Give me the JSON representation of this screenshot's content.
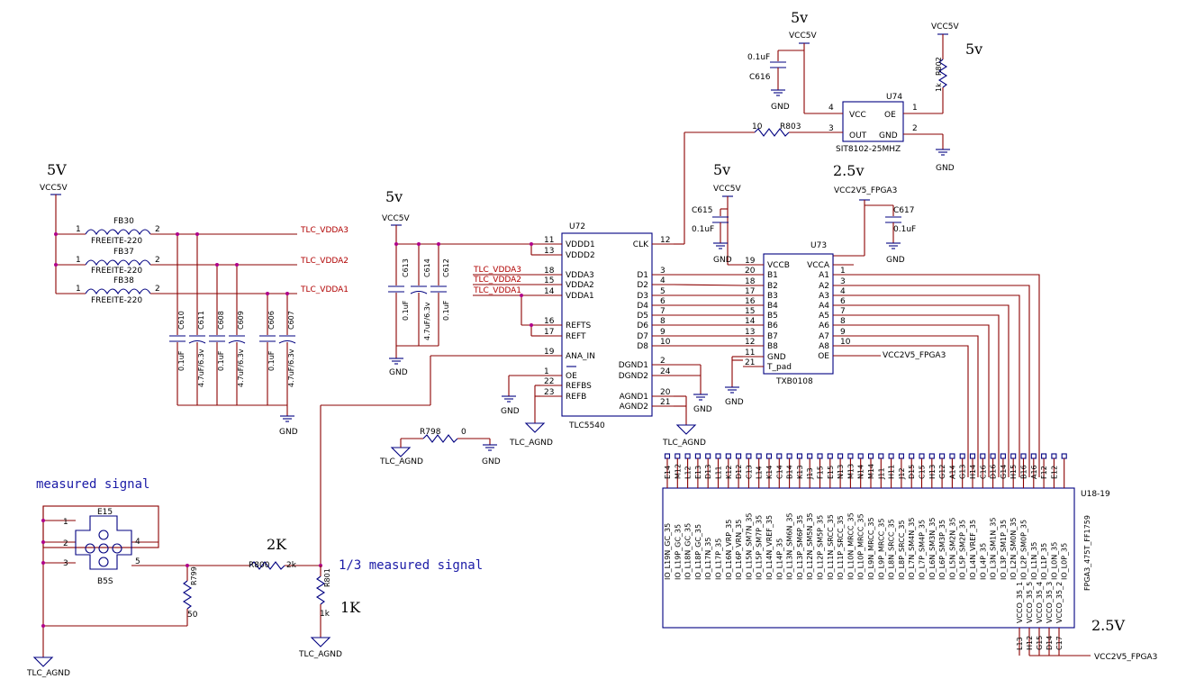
{
  "supplies": {
    "vcc5v": "VCC5V",
    "vcc2v5": "VCC2V5_FPGA3",
    "gnd": "GND",
    "tlc_agnd": "TLC_AGND"
  },
  "voltage_notes": {
    "n5v_upper": "5V",
    "n5v_lower": "5v",
    "n25v_lower": "2.5v",
    "n25v_upper": "2.5V",
    "r2k": "2K",
    "r1k": "1K"
  },
  "annotations": {
    "measured": "measured signal",
    "third": "1/3 measured signal"
  },
  "nets": {
    "vdda1": "TLC_VDDA1",
    "vdda2": "TLC_VDDA2",
    "vdda3": "TLC_VDDA3"
  },
  "ferrites": [
    {
      "ref": "FB30",
      "value": "FREEITE-220"
    },
    {
      "ref": "FB37",
      "value": "FREEITE-220"
    },
    {
      "ref": "FB38",
      "value": "FREEITE-220"
    }
  ],
  "caps": {
    "c610": {
      "ref": "C610",
      "value": "0.1uF"
    },
    "c611": {
      "ref": "C611",
      "value": "4.7uF/6.3v"
    },
    "c608": {
      "ref": "C608",
      "value": "0.1uF"
    },
    "c609": {
      "ref": "C609",
      "value": "4.7uF/6.3v"
    },
    "c606": {
      "ref": "C606",
      "value": "0.1uF"
    },
    "c607": {
      "ref": "C607",
      "value": "4.7uF/6.3v"
    },
    "c613": {
      "ref": "C613",
      "value": "0.1uF"
    },
    "c614": {
      "ref": "C614",
      "value": "4.7uF/6.3v"
    },
    "c612": {
      "ref": "C612",
      "value": "0.1uF"
    },
    "c616": {
      "ref": "C616",
      "value": "0.1uF"
    },
    "c615": {
      "ref": "C615",
      "value": "0.1uF"
    },
    "c617": {
      "ref": "C617",
      "value": "0.1uF"
    }
  },
  "resistors": {
    "r803": {
      "ref": "R803",
      "value": "10"
    },
    "r802": {
      "ref": "R802",
      "value": "1k"
    },
    "r798": {
      "ref": "R798",
      "value": "0"
    },
    "r800": {
      "ref": "R800",
      "value": "2k"
    },
    "r801": {
      "ref": "R801",
      "value": "1k"
    },
    "r799": {
      "ref": "R799",
      "value": "50"
    }
  },
  "u74": {
    "ref": "U74",
    "part": "SIT8102-25MHZ",
    "pins": {
      "vcc": "VCC",
      "oe": "OE",
      "out": "OUT",
      "gnd": "GND"
    },
    "nums": [
      "4",
      "1",
      "3",
      "2"
    ]
  },
  "u72": {
    "ref": "U72",
    "part": "TLC5540",
    "left_pins": [
      {
        "num": "11",
        "name": "VDDD1"
      },
      {
        "num": "13",
        "name": "VDDD2"
      },
      {
        "num": "18",
        "name": "VDDA3"
      },
      {
        "num": "15",
        "name": "VDDA2"
      },
      {
        "num": "14",
        "name": "VDDA1"
      },
      {
        "num": "16",
        "name": "REFTS"
      },
      {
        "num": "17",
        "name": "REFT"
      },
      {
        "num": "19",
        "name": "ANA_IN"
      },
      {
        "num": "1",
        "name": "OE"
      },
      {
        "num": "22",
        "name": "REFBS"
      },
      {
        "num": "23",
        "name": "REFB"
      }
    ],
    "right_pins": [
      {
        "num": "12",
        "name": "CLK"
      },
      {
        "num": "3",
        "name": "D1"
      },
      {
        "num": "4",
        "name": "D2"
      },
      {
        "num": "5",
        "name": "D3"
      },
      {
        "num": "6",
        "name": "D4"
      },
      {
        "num": "7",
        "name": "D5"
      },
      {
        "num": "8",
        "name": "D6"
      },
      {
        "num": "9",
        "name": "D7"
      },
      {
        "num": "10",
        "name": "D8"
      },
      {
        "num": "2",
        "name": "DGND1"
      },
      {
        "num": "24",
        "name": "DGND2"
      },
      {
        "num": "20",
        "name": "AGND1"
      },
      {
        "num": "21",
        "name": "AGND2"
      }
    ]
  },
  "u73": {
    "ref": "U73",
    "part": "TXB0108",
    "left_pins": [
      {
        "num": "19",
        "name": "VCCB"
      },
      {
        "num": "20",
        "name": "B1"
      },
      {
        "num": "18",
        "name": "B2"
      },
      {
        "num": "17",
        "name": "B3"
      },
      {
        "num": "16",
        "name": "B4"
      },
      {
        "num": "15",
        "name": "B5"
      },
      {
        "num": "14",
        "name": "B6"
      },
      {
        "num": "13",
        "name": "B7"
      },
      {
        "num": "12",
        "name": "B8"
      },
      {
        "num": "11",
        "name": "GND"
      },
      {
        "num": "21",
        "name": "T_pad"
      }
    ],
    "right_pins": [
      {
        "num": "",
        "name": "VCCA"
      },
      {
        "num": "1",
        "name": "A1"
      },
      {
        "num": "3",
        "name": "A2"
      },
      {
        "num": "4",
        "name": "A3"
      },
      {
        "num": "6",
        "name": "A4"
      },
      {
        "num": "7",
        "name": "A5"
      },
      {
        "num": "8",
        "name": "A6"
      },
      {
        "num": "9",
        "name": "A7"
      },
      {
        "num": "10",
        "name": "A8"
      },
      {
        "num": "",
        "name": "OE"
      }
    ]
  },
  "u18": {
    "ref": "U18-19",
    "part": "FPGA3_475T_FF1759",
    "pins": [
      {
        "num": "E14",
        "name": "IO_L19N_GC_35"
      },
      {
        "num": "M12",
        "name": "IO_L19P_GC_35"
      },
      {
        "num": "L12",
        "name": "IO_L18N_GC_35"
      },
      {
        "num": "E13",
        "name": "IO_L18P_GC_35"
      },
      {
        "num": "D13",
        "name": "IO_L17N_35"
      },
      {
        "num": "L11",
        "name": "IO_L17P_35"
      },
      {
        "num": "K12",
        "name": "IO_L16N_VRP_35"
      },
      {
        "num": "D12",
        "name": "IO_L16P_VRN_35"
      },
      {
        "num": "C13",
        "name": "IO_L15N_SM7N_35"
      },
      {
        "num": "L14",
        "name": "IO_L15P_SM7P_35"
      },
      {
        "num": "K14",
        "name": "IO_L14N_VREF_35"
      },
      {
        "num": "C14",
        "name": "IO_L14P_35"
      },
      {
        "num": "B14",
        "name": "IO_L13N_SM6N_35"
      },
      {
        "num": "K13",
        "name": "IO_L13P_SM6P_35"
      },
      {
        "num": "J13",
        "name": "IO_L12N_SM5N_35"
      },
      {
        "num": "F15",
        "name": "IO_L12P_SM5P_35"
      },
      {
        "num": "E15",
        "name": "IO_L11N_SRCC_35"
      },
      {
        "num": "N13",
        "name": "IO_L11P_SRCC_35"
      },
      {
        "num": "M13",
        "name": "IO_L10N_MRCC_35"
      },
      {
        "num": "N14",
        "name": "IO_L10P_MRCC_35"
      },
      {
        "num": "M14",
        "name": "IO_L9N_MRCC_35"
      },
      {
        "num": "J11",
        "name": "IO_L9P_MRCC_35"
      },
      {
        "num": "H11",
        "name": "IO_L8N_SRCC_35"
      },
      {
        "num": "J12",
        "name": "IO_L8P_SRCC_35"
      },
      {
        "num": "D15",
        "name": "IO_L7N_SM4N_35"
      },
      {
        "num": "C15",
        "name": "IO_L7P_SM4P_35"
      },
      {
        "num": "H13",
        "name": "IO_L6N_SM3N_35"
      },
      {
        "num": "G12",
        "name": "IO_L6P_SM3P_35"
      },
      {
        "num": "A14",
        "name": "IO_L5N_SM2N_35"
      },
      {
        "num": "G13",
        "name": "IO_L5P_SM2P_35"
      },
      {
        "num": "H14",
        "name": "IO_L4N_VREF_35"
      },
      {
        "num": "C16",
        "name": "IO_L4P_35"
      },
      {
        "num": "D16",
        "name": "IO_L3N_SM1N_35"
      },
      {
        "num": "G14",
        "name": "IO_L3P_SM1P_35"
      },
      {
        "num": "H15",
        "name": "IO_L2N_SM0N_35"
      },
      {
        "num": "B16",
        "name": "IO_L2P_SM0P_35"
      },
      {
        "num": "A16",
        "name": "IO_L1N_35"
      },
      {
        "num": "F12",
        "name": "IO_L1P_35"
      },
      {
        "num": "E12",
        "name": "IO_L0N_35"
      },
      {
        "num": "",
        "name": "IO_L0P_35"
      }
    ],
    "vcco": [
      {
        "num": "H12",
        "name": "VCCO_35_5"
      },
      {
        "num": "G15",
        "name": "VCCO_35_4"
      },
      {
        "num": "D14",
        "name": "VCCO_35_3"
      },
      {
        "num": "C17",
        "name": "VCCO_35_2"
      },
      {
        "num": "L13",
        "name": "VCCO_35_1"
      }
    ]
  },
  "connector": {
    "ref": "E15",
    "part": "B5S",
    "pins": [
      "1",
      "2",
      "3",
      "4",
      "5"
    ]
  },
  "colors": {
    "wire": "#8b0000",
    "body": "#000080",
    "junction": "#b0008a",
    "note": "#1a1aa6"
  }
}
